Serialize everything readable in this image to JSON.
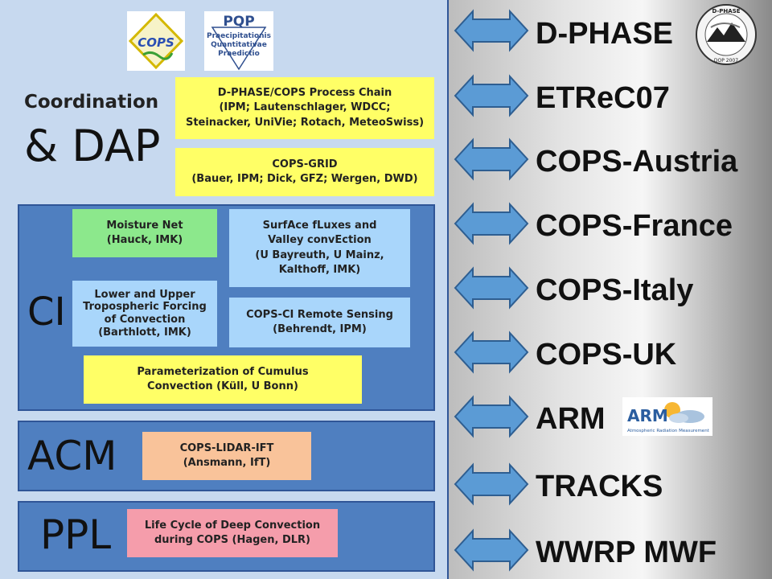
{
  "left": {
    "logos": {
      "cops_text": "COPS",
      "pqp_title": "PQP",
      "pqp_line1": "Praecipitationis",
      "pqp_line2": "Quantitativae",
      "pqp_line3": "Praedictio"
    },
    "coordination": {
      "label_small": "Coordination",
      "label_big": "& DAP",
      "box1": "D-PHASE/COPS Process Chain\n(IPM; Lautenschlager, WDCC;\nSteinacker, UniVie; Rotach, MeteoSwiss)",
      "box2": "COPS-GRID\n(Bauer, IPM; Dick, GFZ; Wergen, DWD)"
    },
    "ci": {
      "label": "CI",
      "moisture": "Moisture Net\n(Hauck, IMK)",
      "surface": "SurfAce fLuxes and\nValley convEction\n(U Bayreuth, U Mainz,\nKalthoff, IMK)",
      "lower": "Lower and Upper\nTropospheric Forcing\nof Convection\n(Barthlott, IMK)",
      "remote": "COPS-CI Remote Sensing\n(Behrendt, IPM)",
      "param": "Parameterization of Cumulus\nConvection (Küll, U Bonn)"
    },
    "acm": {
      "label": "ACM",
      "box": "COPS-LIDAR-IFT\n(Ansmann, IfT)"
    },
    "ppl": {
      "label": "PPL",
      "box": "Life Cycle of Deep Convection\nduring COPS (Hagen, DLR)"
    }
  },
  "right": {
    "items": [
      {
        "label": "D-PHASE"
      },
      {
        "label": "ETReC07"
      },
      {
        "label": "COPS-Austria"
      },
      {
        "label": "COPS-France"
      },
      {
        "label": "COPS-Italy"
      },
      {
        "label": "COPS-UK"
      },
      {
        "label": "ARM"
      },
      {
        "label": "TRACKS"
      },
      {
        "label": "WWRP MWF"
      }
    ],
    "dphase_logo": {
      "top": "D-PHASE",
      "bottom": "DOP 2007"
    },
    "arm_logo": {
      "title": "ARM",
      "subtitle": "Atmospheric Radiation Measurement"
    }
  },
  "colors": {
    "arrow_fill": "#5b9bd5",
    "arrow_stroke": "#2e5e91",
    "section_blue": "#4f7fc0",
    "left_bg": "#c7d9ef"
  }
}
